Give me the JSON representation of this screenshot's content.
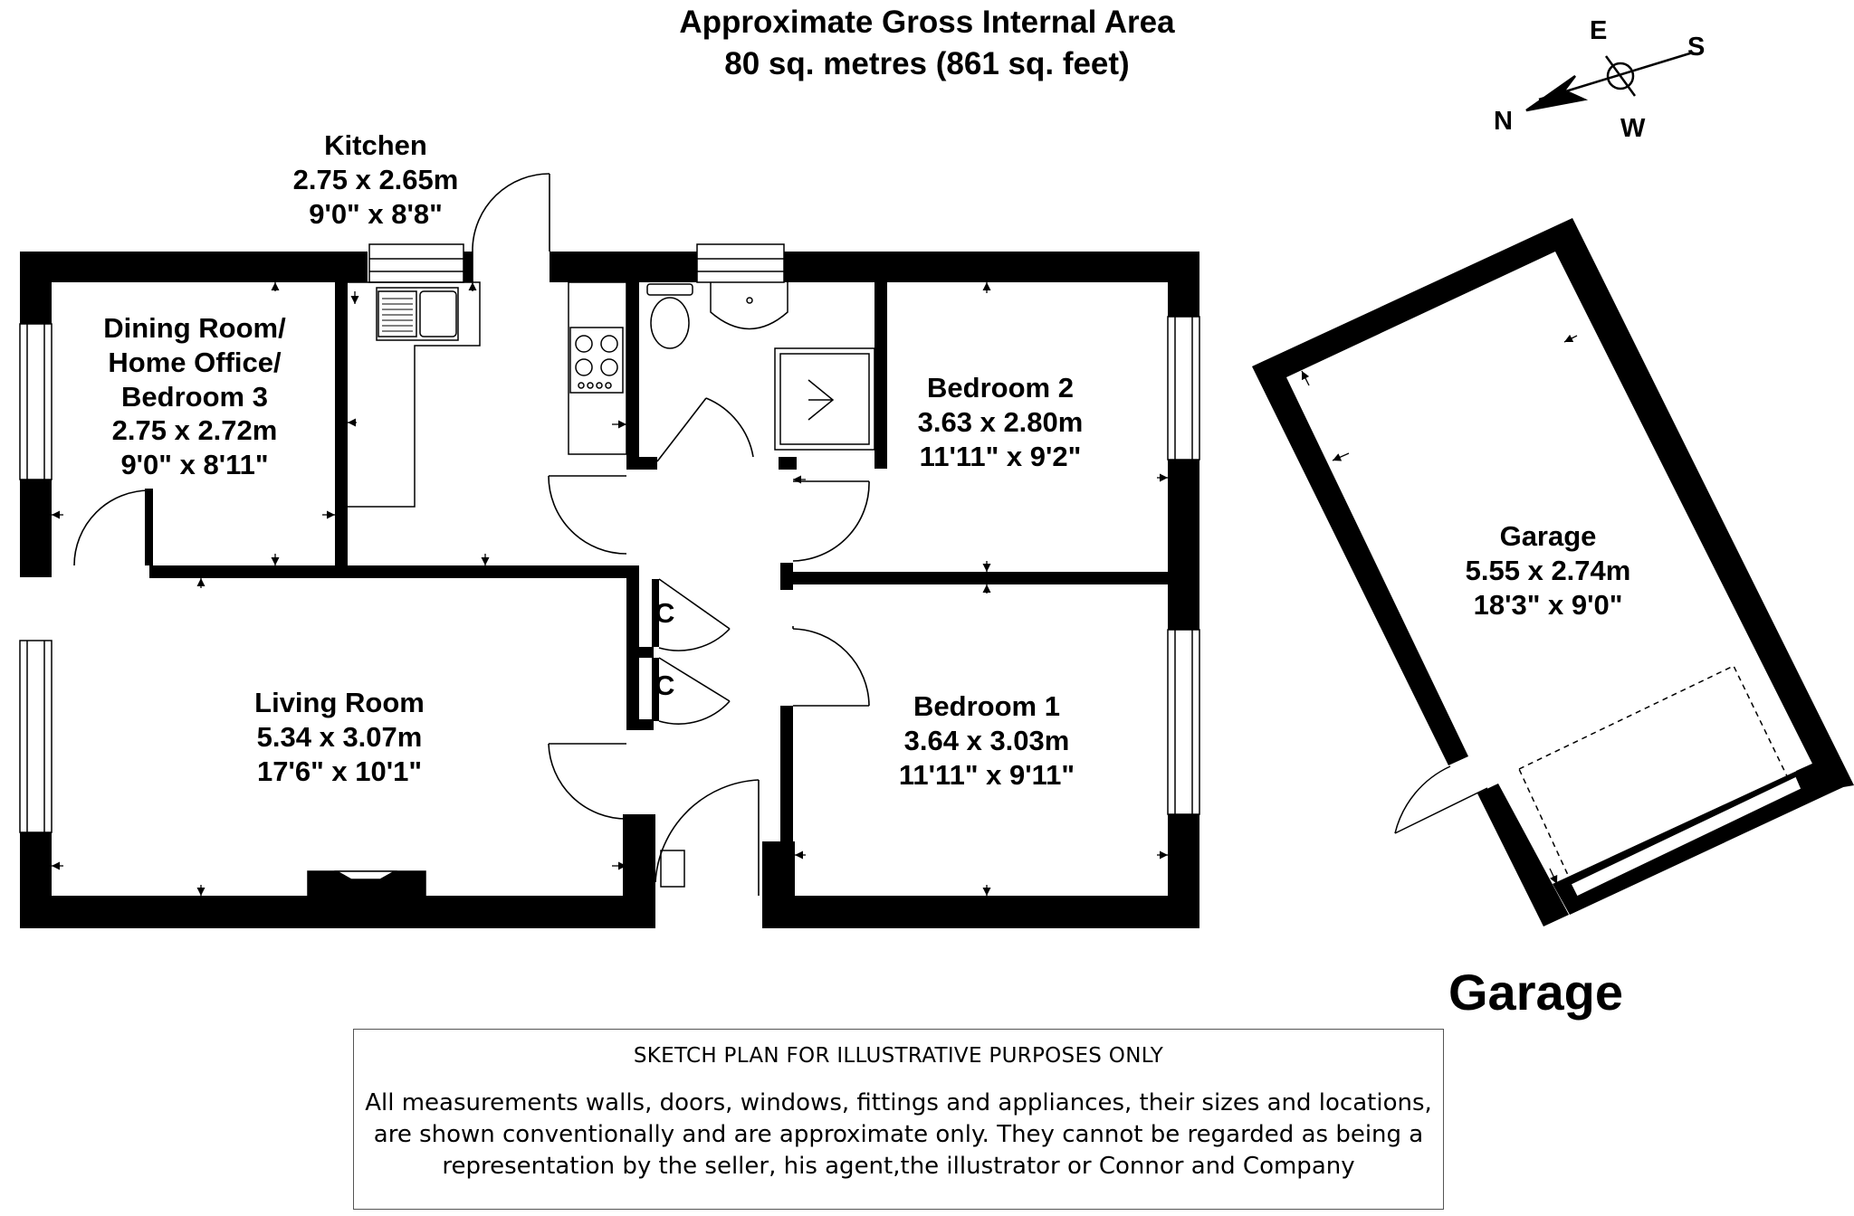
{
  "header": {
    "line1": "Approximate Gross Internal Area",
    "line2": "80 sq. metres (861 sq. feet)"
  },
  "compass": {
    "north": "N",
    "south": "S",
    "east": "E",
    "west": "W"
  },
  "rooms": {
    "kitchen": {
      "name": "Kitchen",
      "metric": "2.75 x 2.65m",
      "imperial": "9'0\" x 8'8\""
    },
    "dining": {
      "name_line1": "Dining Room/",
      "name_line2": "Home Office/",
      "name_line3": "Bedroom 3",
      "metric": "2.75 x 2.72m",
      "imperial": "9'0\" x 8'11\""
    },
    "bedroom2": {
      "name": "Bedroom 2",
      "metric": "3.63 x 2.80m",
      "imperial": "11'11\" x 9'2\""
    },
    "bedroom1": {
      "name": "Bedroom 1",
      "metric": "3.64 x 3.03m",
      "imperial": "11'11\" x 9'11\""
    },
    "living": {
      "name": "Living Room",
      "metric": "5.34 x 3.07m",
      "imperial": "17'6\" x 10'1\""
    },
    "garage": {
      "name": "Garage",
      "metric": "5.55 x 2.74m",
      "imperial": "18'3\" x 9'0\""
    },
    "cupboard": "C"
  },
  "garage_heading": "Garage",
  "disclaimer": {
    "heading": "SKETCH PLAN FOR ILLUSTRATIVE PURPOSES ONLY",
    "line1": "All measurements walls, doors, windows, fittings and appliances, their sizes and locations,",
    "line2": "are shown conventionally and are approximate only. They cannot be regarded as being a",
    "line3": "representation by the seller, his agent,the illustrator or Connor and Company"
  }
}
